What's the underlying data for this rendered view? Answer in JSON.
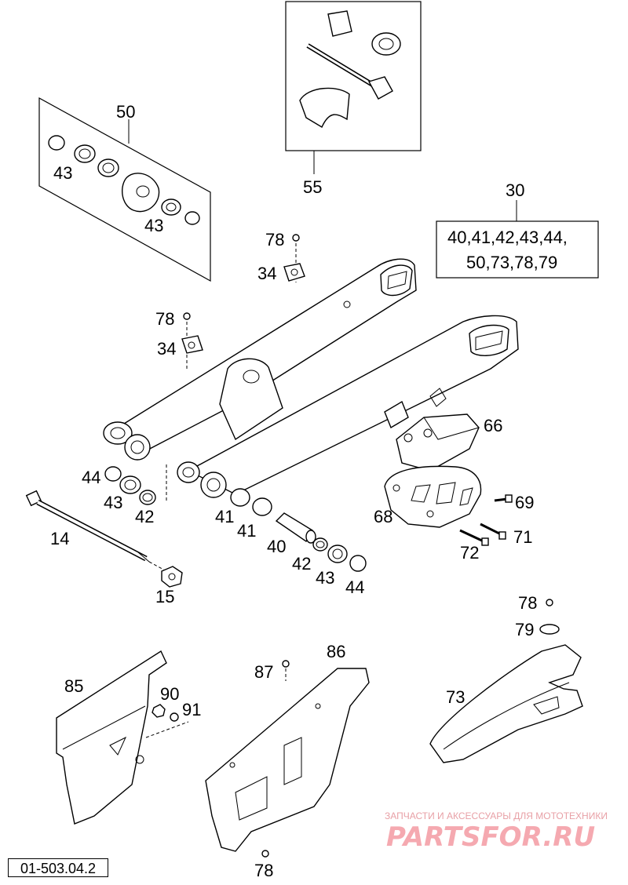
{
  "diagram": {
    "code": "01-503.04.2",
    "callouts": {
      "c50": "50",
      "c43a": "43",
      "c43b": "43",
      "c55": "55",
      "c30": "30",
      "c78a": "78",
      "c34a": "34",
      "c78b": "78",
      "c34b": "34",
      "c66": "66",
      "c69": "69",
      "c68": "68",
      "c71": "71",
      "c72": "72",
      "c44a": "44",
      "c43c": "43",
      "c42a": "42",
      "c41a": "41",
      "c41b": "41",
      "c14": "14",
      "c15": "15",
      "c40": "40",
      "c42b": "42",
      "c43d": "43",
      "c44b": "44",
      "c78c": "78",
      "c79": "79",
      "c85": "85",
      "c90": "90",
      "c91": "91",
      "c87": "87",
      "c86": "86",
      "c73": "73",
      "c78d": "78"
    },
    "kit_box": {
      "line1": "40,41,42,43,44,",
      "line2": "50,73,78,79"
    }
  },
  "watermark": {
    "subtitle": "ЗАПЧАСТИ И АКСЕССУАРЫ ДЛЯ МОТОТЕХНИКИ",
    "brand": "PARTSFOR.RU"
  }
}
